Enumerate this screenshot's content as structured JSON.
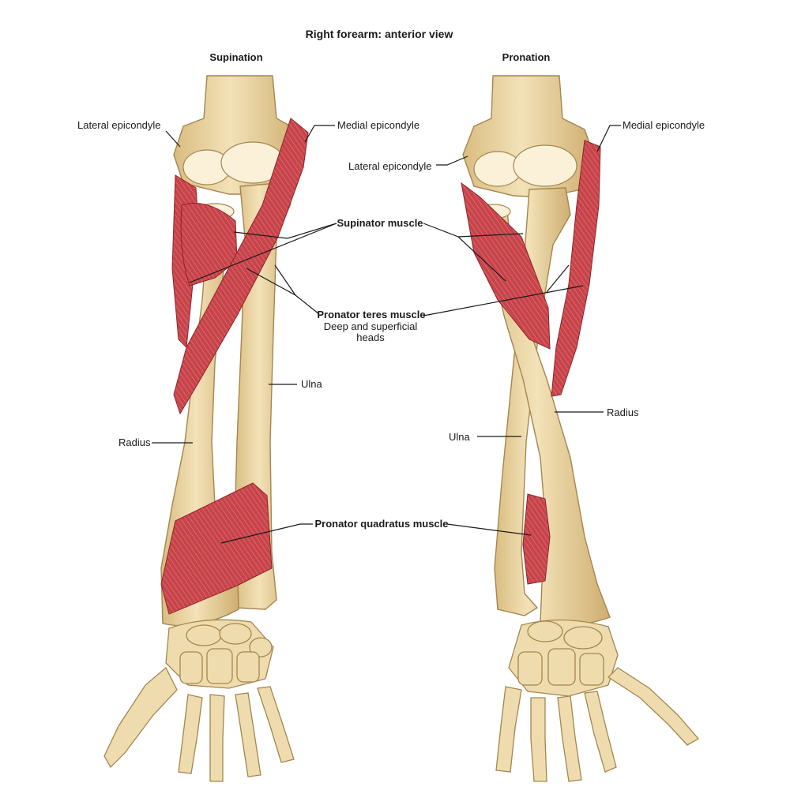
{
  "title": "Right forearm: anterior view",
  "views": {
    "supination": {
      "heading": "Supination",
      "labels": {
        "lateral_epicondyle": "Lateral epicondyle",
        "medial_epicondyle": "Medial epicondyle",
        "supinator_muscle": "Supinator muscle",
        "pronator_teres_muscle": "Pronator teres muscle",
        "pronator_teres_note_1": "Deep and superficial",
        "pronator_teres_note_2": "heads",
        "ulna": "Ulna",
        "radius": "Radius",
        "pronator_quadratus_muscle": "Pronator quadratus muscle"
      }
    },
    "pronation": {
      "heading": "Pronation",
      "labels": {
        "medial_epicondyle": "Medial epicondyle",
        "lateral_epicondyle": "Lateral epicondyle",
        "radius": "Radius",
        "ulna": "Ulna"
      }
    }
  },
  "colors": {
    "bone": "#ecd7a6",
    "bone_shadow": "#c9a96a",
    "muscle": "#c7434a",
    "muscle_dark": "#8e2326",
    "leader": "#1a1a1a"
  }
}
